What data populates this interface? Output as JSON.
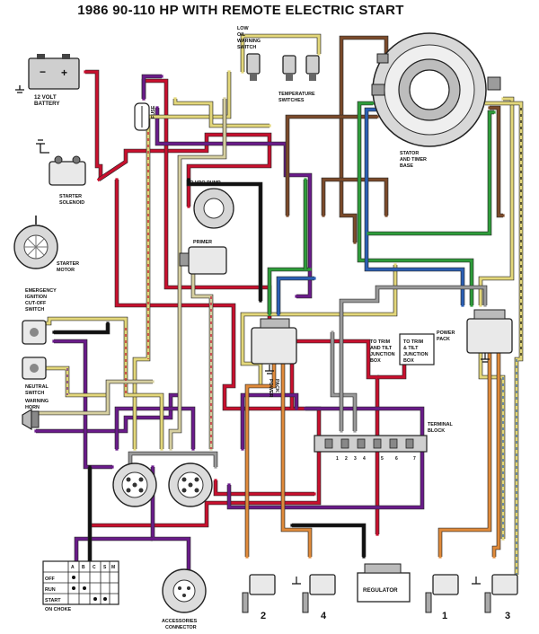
{
  "title": "1986 90-110 HP WITH REMOTE ELECTRIC START",
  "labels": {
    "battery": [
      "12 VOLT",
      "BATTERY"
    ],
    "fuse": "FUSE",
    "low_oil": [
      "LOW",
      "OIL",
      "WARNING",
      "SWITCH"
    ],
    "temp": [
      "TEMPERATURE",
      "SWITCHES"
    ],
    "stator": [
      "STATOR",
      "AND TIMER",
      "BASE"
    ],
    "starter_solenoid": [
      "STARTER",
      "SOLENOID"
    ],
    "vro_pump": "TO VRO PUMP",
    "primer": "PRIMER",
    "starter_motor": [
      "STARTER",
      "MOTOR"
    ],
    "emergency": [
      "EMERGENCY",
      "IGNITION",
      "CUT-OFF",
      "SWITCH"
    ],
    "neutral": [
      "NEUTRAL",
      "SWITCH"
    ],
    "warning_horn": [
      "WARNING",
      "HORN"
    ],
    "power_pack_left": [
      "POWER",
      "PACK"
    ],
    "power_pack_right": [
      "POWER",
      "PACK"
    ],
    "trim_tilt_1": [
      "TO TRIM",
      "AND TILT",
      "JUNCTION",
      "BOX"
    ],
    "trim_tilt_2": [
      "TO TRIM",
      "& TILT",
      "JUNCTION",
      "BOX"
    ],
    "terminal_block": [
      "TERMINAL",
      "BLOCK"
    ],
    "terminal_numbers": [
      "1",
      "2",
      "3",
      "4",
      "5",
      "6",
      "7"
    ],
    "regulator": "REGULATOR",
    "accessories": [
      "ACCESSORIES",
      "CONNECTOR"
    ],
    "key_switch": [
      "OFF",
      "RUN",
      "START",
      "ON CHOKE"
    ],
    "key_cols": [
      "A",
      "B",
      "C",
      "S",
      "M"
    ],
    "coils": [
      "2",
      "4",
      "1",
      "3"
    ]
  },
  "colors": {
    "red": "#c8102e",
    "purple": "#6a1b8a",
    "yellow": "#e3d77a",
    "tan": "#d6cfa0",
    "brown": "#7b4a2a",
    "orange": "#e08a3a",
    "gray": "#9a9a9a",
    "black": "#111111",
    "green": "#2e9d3a",
    "blue": "#2b5fb5",
    "white": "#ffffff"
  }
}
